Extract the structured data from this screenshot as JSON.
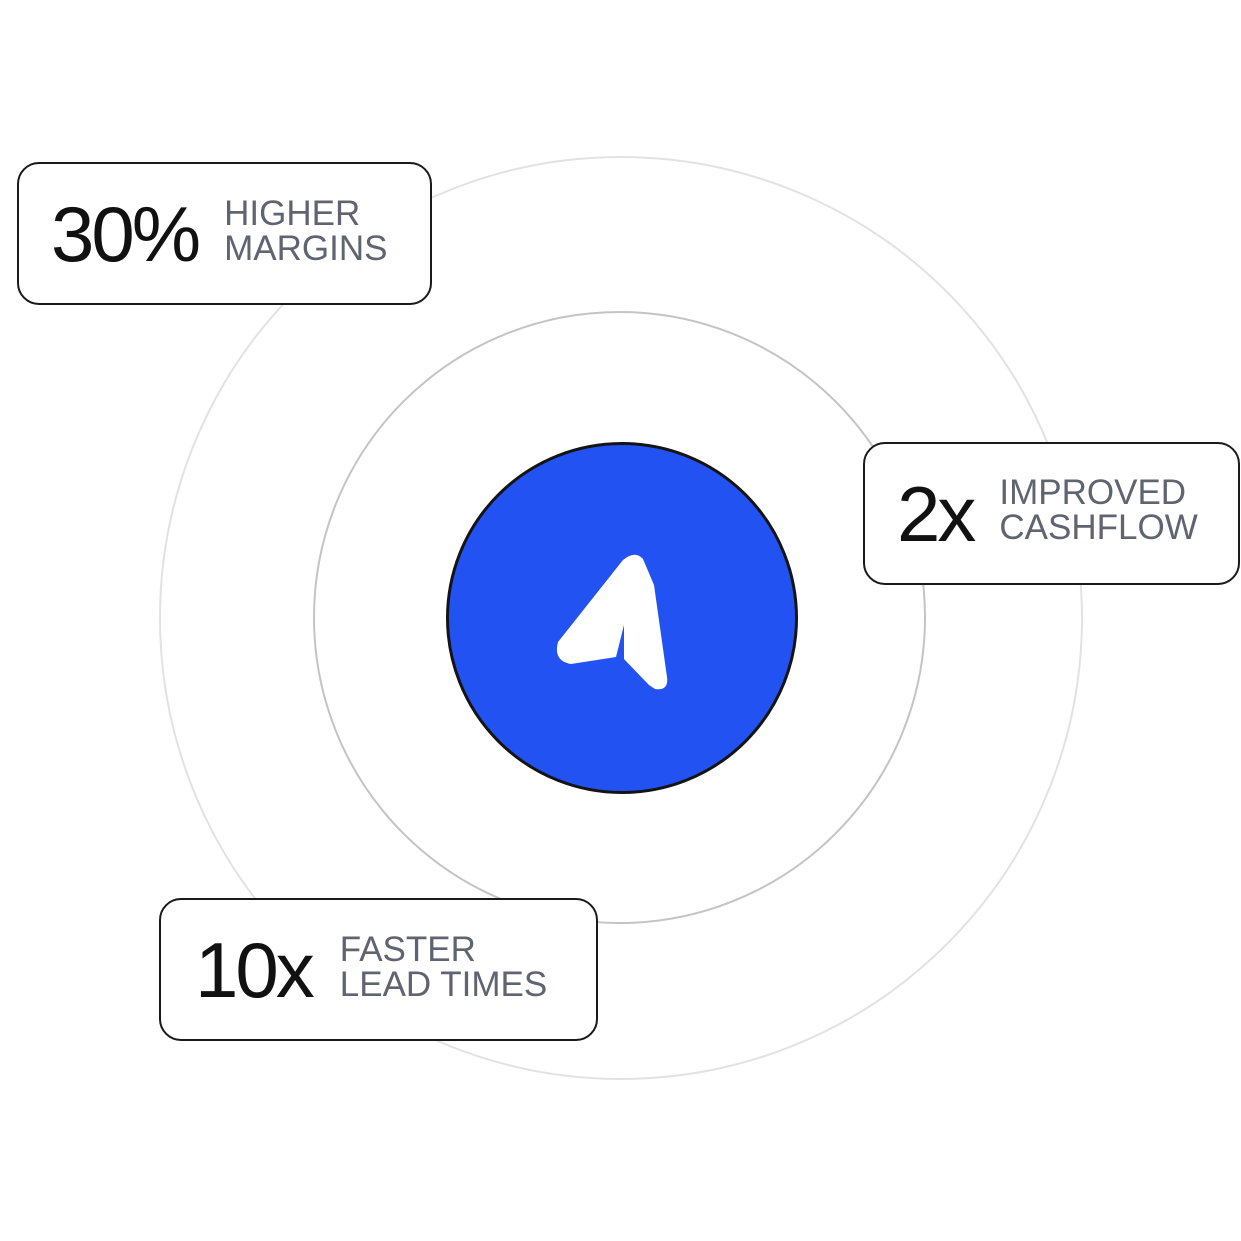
{
  "brand": {
    "accent_color": "#2253f2",
    "logo_icon": "arrow-cursor-logo-icon"
  },
  "stats": {
    "margins": {
      "value": "30%",
      "label_line1": "HIGHER",
      "label_line2": "MARGINS"
    },
    "cashflow": {
      "value": "2x",
      "label_line1": "IMPROVED",
      "label_line2": "CASHFLOW"
    },
    "lead_times": {
      "value": "10x",
      "label_line1": "FASTER",
      "label_line2": "LEAD TIMES"
    }
  }
}
